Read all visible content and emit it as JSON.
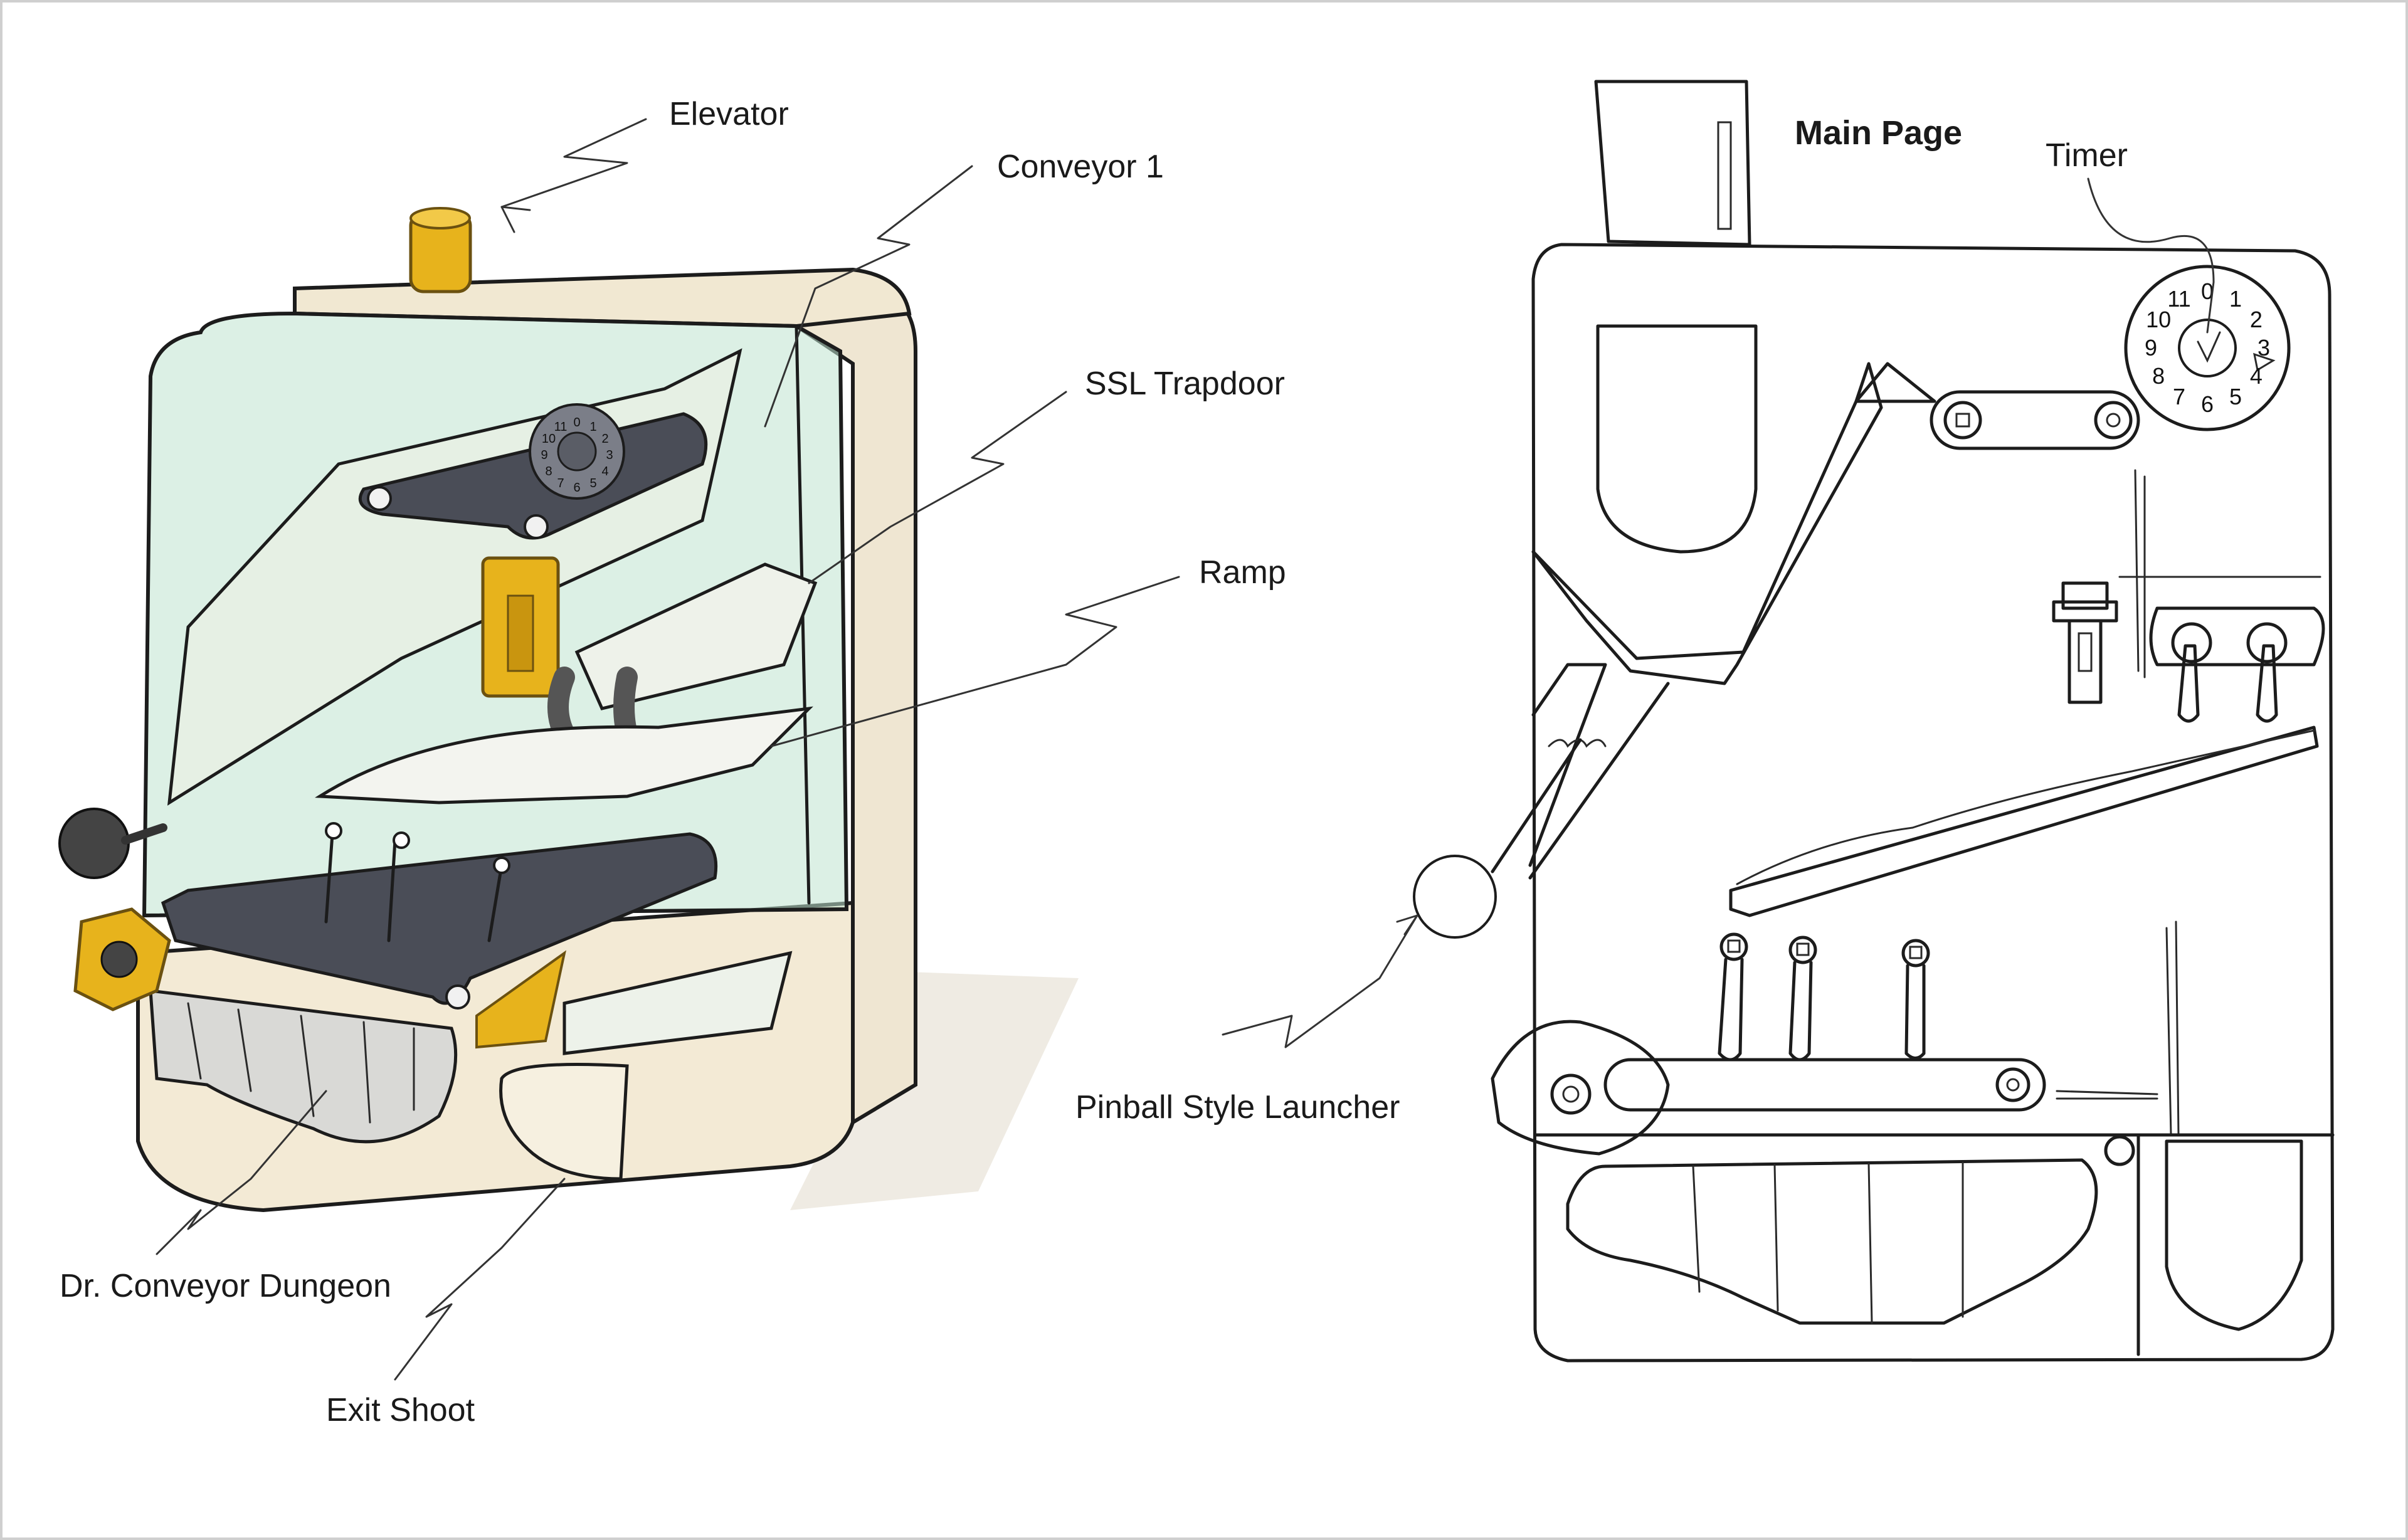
{
  "left_sketch": {
    "labels": {
      "elevator": "Elevator",
      "conveyor_1": "Conveyor 1",
      "ssl_trapdoor": "SSL Trapdoor",
      "ramp": "Ramp",
      "dr_conveyor_dungeon": "Dr. Conveyor Dungeon",
      "exit_shoot": "Exit Shoot"
    },
    "timer_dial_numbers": [
      "11",
      "0",
      "1",
      "2",
      "3",
      "4",
      "5",
      "6",
      "7",
      "8",
      "9",
      "10"
    ]
  },
  "right_sketch": {
    "labels": {
      "main_page": "Main Page",
      "timer": "Timer",
      "pinball_style_launcher": "Pinball Style Launcher"
    },
    "timer_dial_numbers": [
      "11",
      "0",
      "1",
      "2",
      "3",
      "4",
      "5",
      "6",
      "7",
      "8",
      "9",
      "10"
    ]
  },
  "colors": {
    "glass_tint": "#bfe3cf",
    "body_cream": "#f4ecd8",
    "conveyor_gray": "#4a4d57",
    "accent_yellow": "#e7b31c",
    "ink": "#1c1c1c"
  }
}
